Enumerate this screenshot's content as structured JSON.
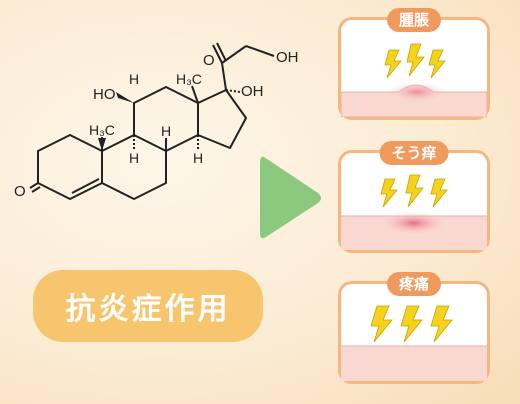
{
  "molecule": {
    "labels": {
      "o_ketone": "O",
      "oh_terminal": "OH",
      "o_ring": "O",
      "ho_11": "HO",
      "h_ring": "H",
      "h3c_a": "H₃C",
      "h3c_b": "H₃C",
      "oh_17": "OH"
    }
  },
  "badge": {
    "label": "抗炎症作用"
  },
  "panels": [
    {
      "label": "腫脹"
    },
    {
      "label": "そう痒"
    },
    {
      "label": "疼痛"
    }
  ],
  "colors": {
    "background": "#fbecd4",
    "arrow": "#8cc97e",
    "badge": "#f7c56e",
    "panel_border": "#f5b77f",
    "panel_label": "#f19a5e",
    "skin": "#f9d8d2",
    "lightning": "#f5d31c"
  }
}
